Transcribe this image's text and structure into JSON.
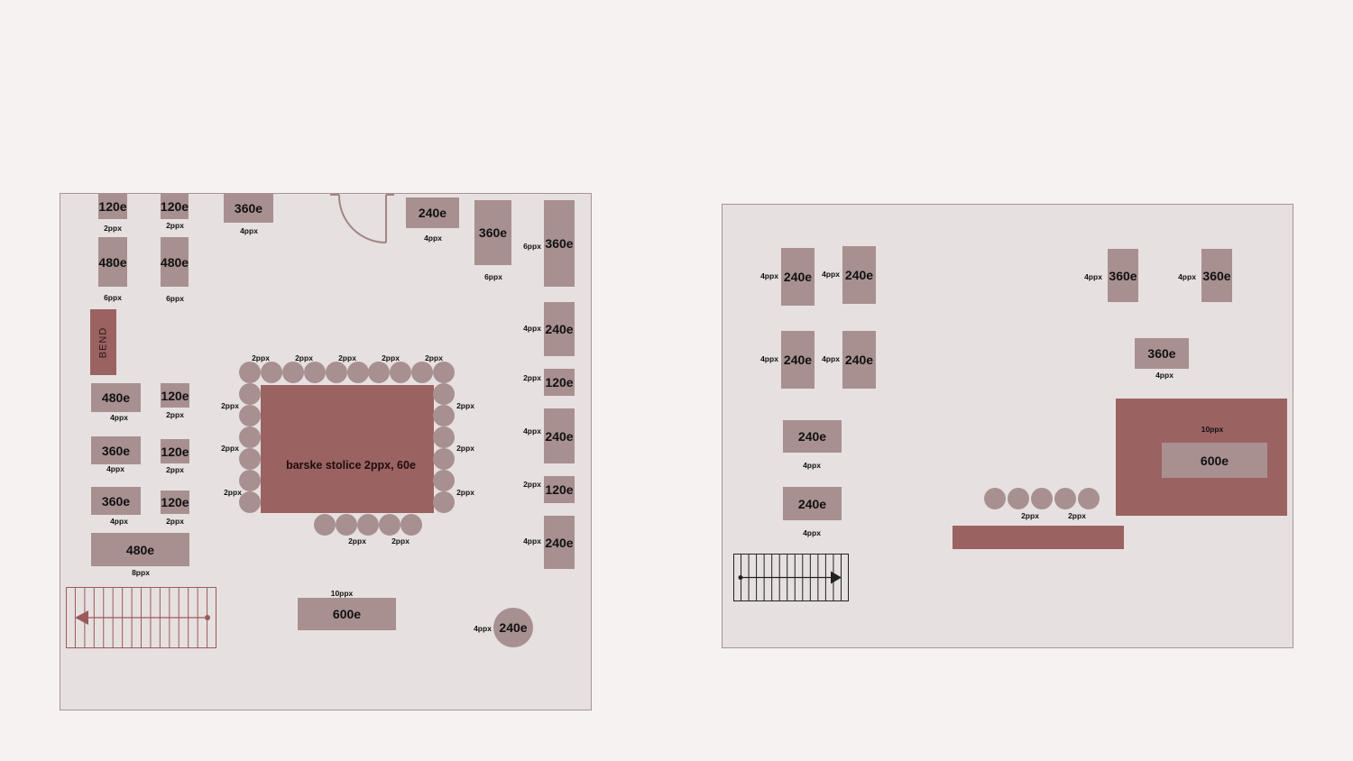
{
  "left_floor": {
    "tables": [
      {
        "price": "120e",
        "people": "2ppx"
      },
      {
        "price": "120e",
        "people": "2ppx"
      },
      {
        "price": "360e",
        "people": "4ppx"
      },
      {
        "price": "480e",
        "people": "6ppx"
      },
      {
        "price": "480e",
        "people": "6ppx"
      },
      {
        "price": "480e",
        "people": "4ppx"
      },
      {
        "price": "120e",
        "people": "2ppx"
      },
      {
        "price": "360e",
        "people": "4ppx"
      },
      {
        "price": "120e",
        "people": "2ppx"
      },
      {
        "price": "360e",
        "people": "4ppx"
      },
      {
        "price": "120e",
        "people": "2ppx"
      },
      {
        "price": "480e",
        "people": "8ppx"
      },
      {
        "price": "600e",
        "people": "10ppx"
      },
      {
        "price": "240e",
        "people": "4ppx"
      },
      {
        "price": "240e",
        "people": "4ppx"
      },
      {
        "price": "360e",
        "people": "6ppx"
      },
      {
        "price": "360e",
        "people": "6ppx"
      },
      {
        "price": "240e",
        "people": "4ppx"
      },
      {
        "price": "120e",
        "people": "2ppx"
      },
      {
        "price": "240e",
        "people": "4ppx"
      },
      {
        "price": "120e",
        "people": "2ppx"
      },
      {
        "price": "240e",
        "people": "4ppx"
      }
    ],
    "bend_label": "BEND",
    "bar_label": "barske stolice 2ppx, 60e",
    "stool_label": "2ppx"
  },
  "right_floor": {
    "tables": [
      {
        "price": "240e",
        "people": "4ppx"
      },
      {
        "price": "240e",
        "people": "4ppx"
      },
      {
        "price": "240e",
        "people": "4ppx"
      },
      {
        "price": "240e",
        "people": "4ppx"
      },
      {
        "price": "360e",
        "people": "4ppx"
      },
      {
        "price": "360e",
        "people": "4ppx"
      },
      {
        "price": "360e",
        "people": "4ppx"
      },
      {
        "price": "240e",
        "people": "4ppx"
      },
      {
        "price": "240e",
        "people": "4ppx"
      },
      {
        "price": "600e",
        "people": "10ppx"
      }
    ],
    "stool_label": "2ppx"
  },
  "colors": {
    "table": "#a89090",
    "bar": "#9b6262",
    "floor": "#e7e0e0",
    "background": "#f7f2f2"
  }
}
